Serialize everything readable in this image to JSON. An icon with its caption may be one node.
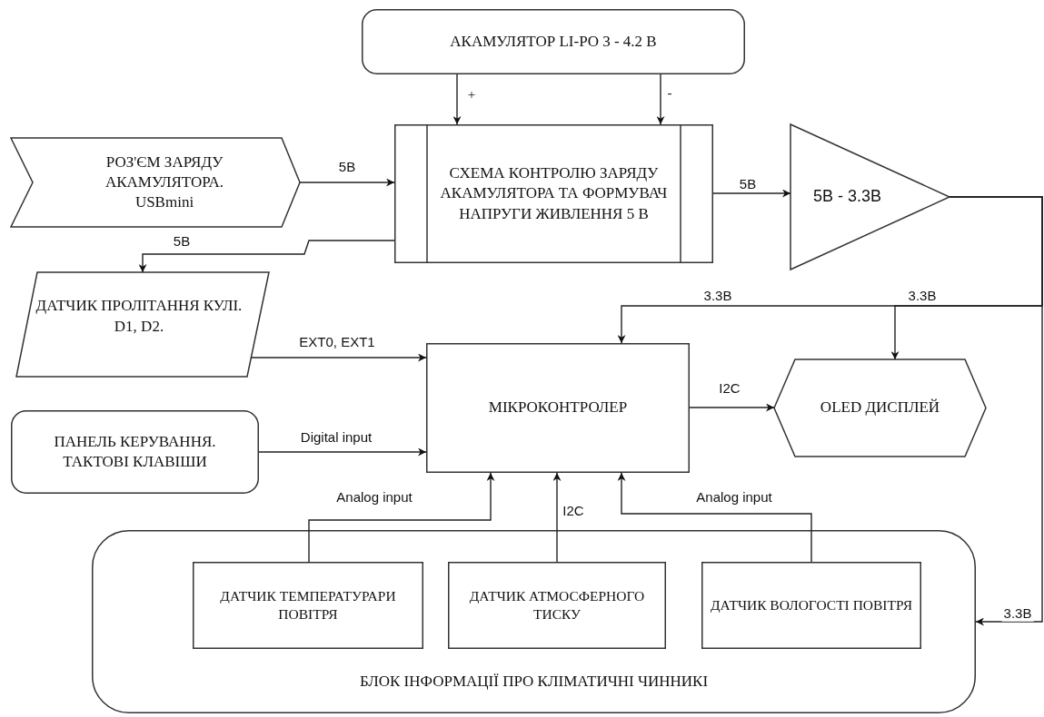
{
  "diagram": {
    "nodes": [
      {
        "text": [
          "АКАМУЛЯТОР LI-PO 3 - 4.2 В"
        ]
      },
      {
        "text": [
          "СХЕМА КОНТРОЛЮ ЗАРЯДУ АКАМУЛЯТОРА ТА ФОРМУВАЧ НАПРУГИ ЖИВЛЕННЯ 5 В"
        ]
      },
      {
        "text": [
          "РОЗ'ЄМ ЗАРЯДУ АКАМУЛЯТОРА. USBmini"
        ]
      },
      {
        "text": [
          "5В - 3.3В"
        ]
      },
      {
        "text": [
          "ДАТЧИК ПРОЛІТАННЯ КУЛІ. D1, D2."
        ]
      },
      {
        "text": [
          "ПАНЕЛЬ КЕРУВАННЯ. ТАКТОВІ КЛАВІШИ"
        ]
      },
      {
        "text": [
          "МІКРОКОНТРОЛЕР"
        ]
      },
      {
        "text": [
          "OLED ДИСПЛЕЙ"
        ]
      },
      {
        "text": [
          "БЛОК ІНФОРМАЦІЇ ПРО КЛІМАТИЧНІ ЧИННИКІ"
        ]
      },
      {
        "text": [
          "ДАТЧИК ТЕМПЕРАТУРАРИ ПОВІТРЯ"
        ],
        "in": 8
      },
      {
        "text": [
          "ДАТЧИК АТМОСФЕРНОГО ТИСКУ"
        ],
        "in": 8
      },
      {
        "text": [
          "ДАТЧИК ВОЛОГОСТІ ПОВІТРЯ"
        ],
        "in": 8
      }
    ],
    "edges": [
      {
        "from": 0,
        "to": 1,
        "arrow": "to",
        "label": "+"
      },
      {
        "from": 0,
        "to": 1,
        "arrow": "to",
        "label": "-"
      },
      {
        "from": 2,
        "to": 1,
        "arrow": "to",
        "label": "5В"
      },
      {
        "from": 1,
        "to": 4,
        "arrow": "to",
        "label": "5В"
      },
      {
        "from": 1,
        "to": 3,
        "arrow": "to",
        "label": "5В"
      },
      {
        "from": 3,
        "to": 6,
        "arrow": "to",
        "label": "3.3В"
      },
      {
        "from": 3,
        "to": 7,
        "arrow": "to",
        "label": "3.3В"
      },
      {
        "from": 3,
        "to": 8,
        "arrow": "to",
        "label": "3.3В"
      },
      {
        "from": 4,
        "to": 6,
        "arrow": "to",
        "label": "EXT0, EXT1"
      },
      {
        "from": 5,
        "to": 6,
        "arrow": "to",
        "label": "Digital input"
      },
      {
        "from": 6,
        "to": 7,
        "arrow": "to",
        "label": "I2C"
      },
      {
        "from": 9,
        "to": 6,
        "arrow": "to",
        "label": "Analog input"
      },
      {
        "from": 10,
        "to": 6,
        "arrow": "to",
        "label": "I2C"
      },
      {
        "from": 11,
        "to": 6,
        "arrow": "to",
        "label": "Analog input"
      }
    ]
  }
}
